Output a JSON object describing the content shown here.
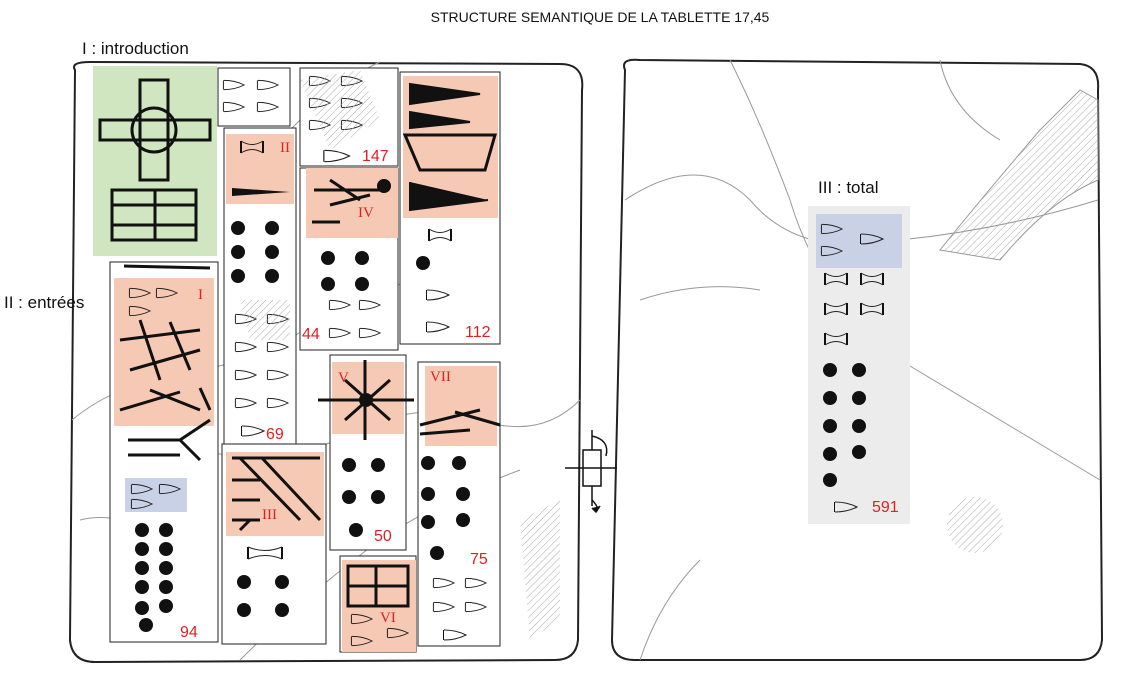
{
  "title": "STRUCTURE SEMANTIQUE DE LA TABLETTE 17,45",
  "labels": {
    "introduction": "I : introduction",
    "entrees": "II : entrées",
    "total": "III : total"
  },
  "entries": [
    {
      "roman": "I",
      "value": "94"
    },
    {
      "roman": "II",
      "value": "69"
    },
    {
      "roman": "III",
      "value": ""
    },
    {
      "roman": "IV",
      "value": "44"
    },
    {
      "roman": "V",
      "value": "50"
    },
    {
      "roman": "VI",
      "value": ""
    },
    {
      "roman": "VII",
      "value": "75"
    }
  ],
  "other_values": {
    "box_top_mid": "147",
    "box_top_right": "112",
    "total": "591"
  },
  "colors": {
    "introduction": "#cfe6c0",
    "entry_highlight": "#f6c9b5",
    "unit_highlight": "#c9d1e6",
    "total_panel": "#ececec",
    "number_red": "#e02020"
  },
  "icons": [
    "rotate-flip-icon"
  ]
}
